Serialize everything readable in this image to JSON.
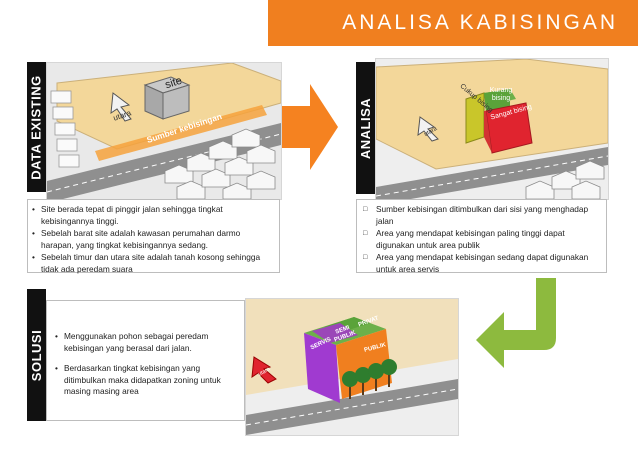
{
  "title": "ANALISA KABISINGAN",
  "panels": {
    "existing": {
      "label": "DATA EXISTING",
      "site_label": "site",
      "north_label": "utara",
      "noise_label": "Sumber kebisingan",
      "bullets": [
        "Site berada tepat di pinggir jalan  sehingga tingkat kebisingannya tinggi.",
        "Sebelah barat site adalah kawasan perumahan darmo harapan, yang tingkat kebisingannya sedang.",
        "Sebelah timur dan utara site adalah tanah kosong sehingga tidak ada peredam suara"
      ]
    },
    "analisa": {
      "label": "ANALISA",
      "kurang": "Kurang bising",
      "cukup": "Cukup bising",
      "sangat": "Sangat bising",
      "north": "utara",
      "bullets": [
        "Sumber kebisingan ditimbulkan dari sisi yang menghadap jalan",
        "Area yang mendapat kebisingan paling tinggi dapat digunakan untuk area publik",
        "Area yang mendapat kebisingan sedang dapat digunakan untuk area servis"
      ]
    },
    "solusi": {
      "label": "SOLUSI",
      "bullets": [
        "Menggunakan pohon sebagai peredam kebisingan yang berasal dari jalan.",
        "Berdasarkan tingkat kebisingan yang ditimbulkan maka didapatkan zoning untuk masing masing area"
      ],
      "zones": {
        "privat": "PRIVAT",
        "semi": "SEMI PUBLIK",
        "servis": "SERVIS",
        "publik": "PUBLIK"
      },
      "north": "utara"
    }
  },
  "colors": {
    "accent": "#f07f1f",
    "arrow_orange": "#f58220",
    "arrow_green": "#8dba3e",
    "kurang": "#5aa33a",
    "cukup": "#c9c62a",
    "sangat": "#e0242f",
    "privat": "#5aa33a",
    "semi": "#9b47b8",
    "servis": "#a03ad0",
    "publik": "#f07f1f"
  }
}
